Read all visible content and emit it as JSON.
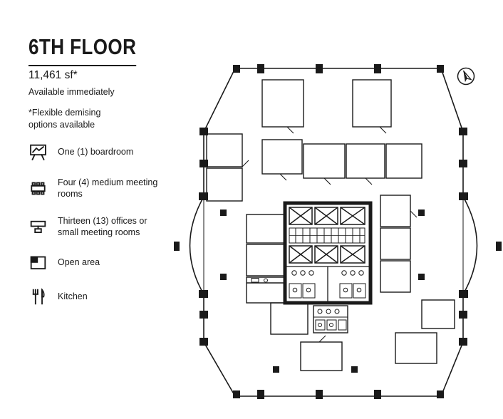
{
  "header": {
    "title": "6TH FLOOR",
    "area": "11,461 sf*",
    "availability": "Available immediately",
    "note": "*Flexible demising options available"
  },
  "legend": {
    "items": [
      {
        "icon": "boardroom-icon",
        "label": "One (1) boardroom"
      },
      {
        "icon": "meeting-table-icon",
        "label": "Four (4) medium meeting rooms"
      },
      {
        "icon": "office-desk-icon",
        "label": "Thirteen (13) offices or small meeting rooms"
      },
      {
        "icon": "open-area-icon",
        "label": "Open area"
      },
      {
        "icon": "kitchen-utensils-icon",
        "label": "Kitchen"
      }
    ]
  },
  "floorplan": {
    "description": "6th floor plan with central elevator/stair core, perimeter offices and meeting rooms, bowed east and west facades",
    "compass": "north-arrow"
  },
  "colors": {
    "ink": "#1a1a1a",
    "background": "#ffffff"
  }
}
